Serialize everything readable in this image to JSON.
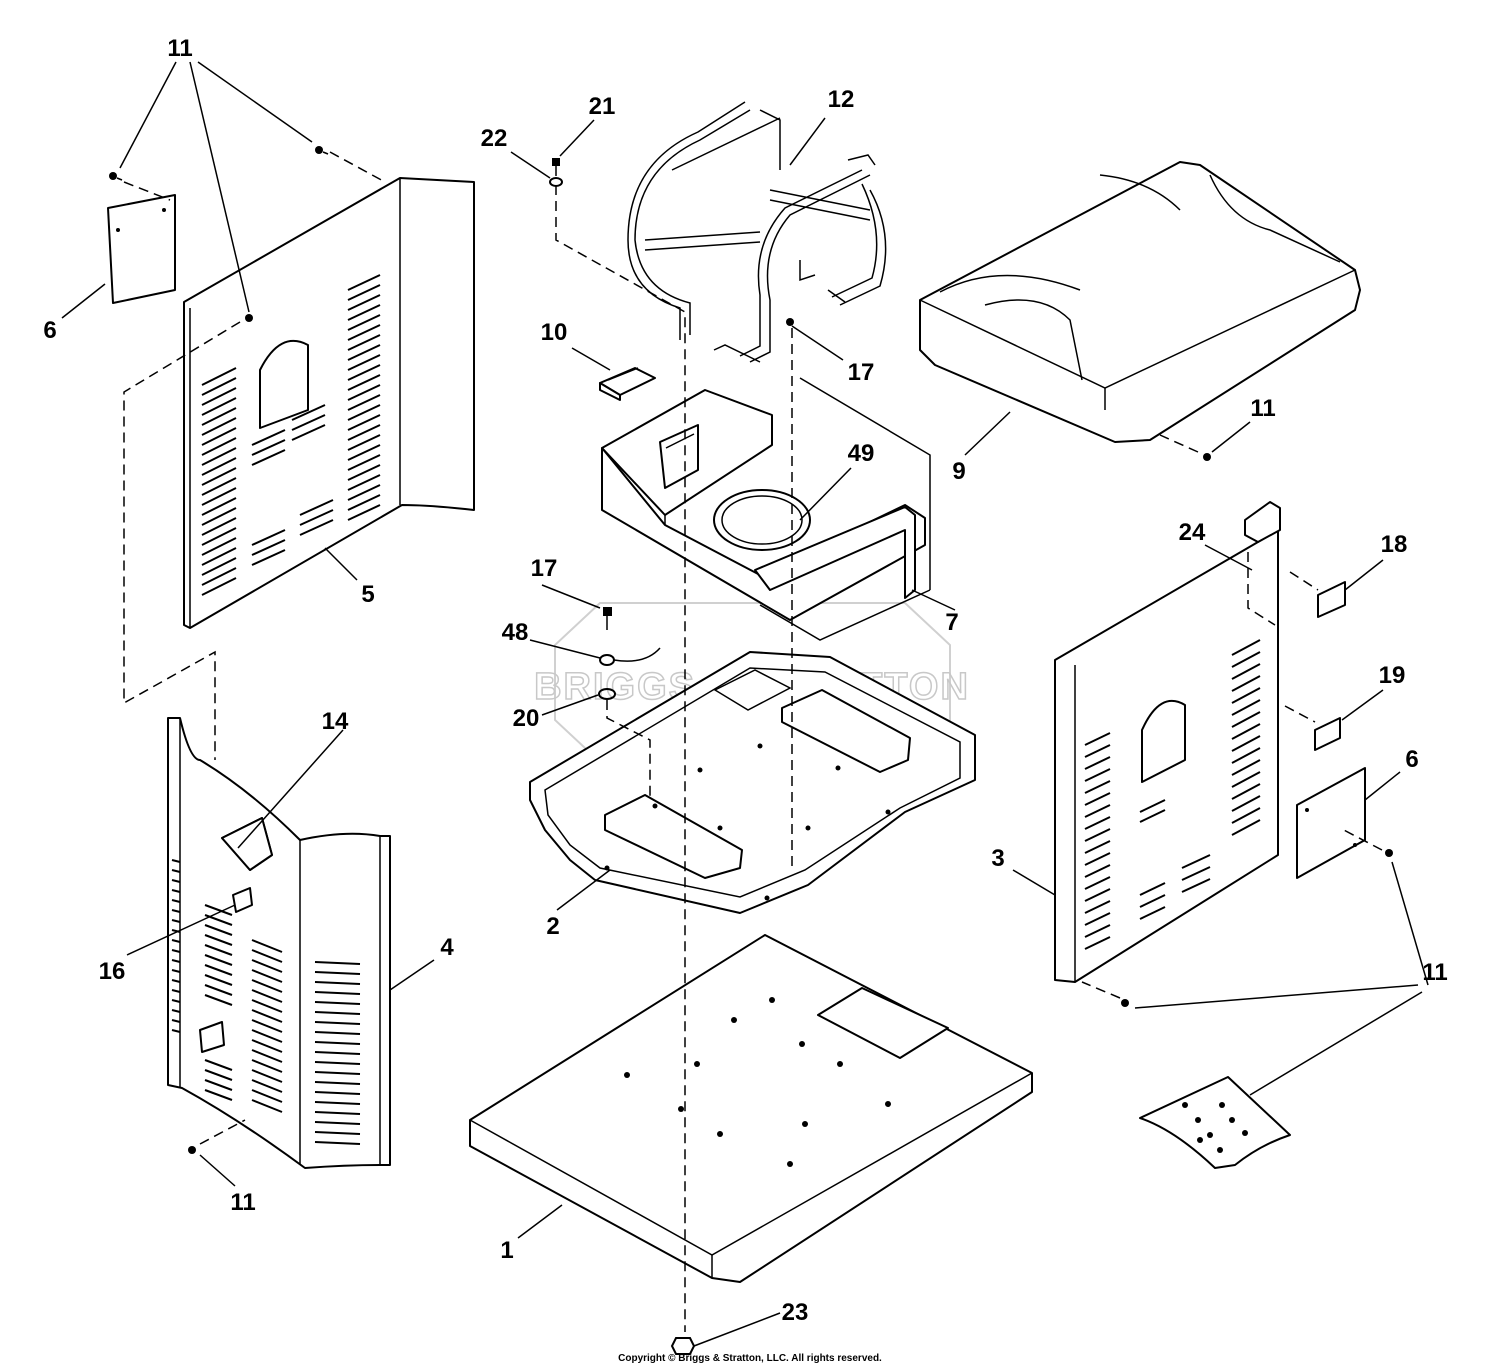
{
  "watermark": {
    "text": "BRIGGS & STRATTON",
    "color": "#c8c8c8"
  },
  "callouts": {
    "c1": "1",
    "c2": "2",
    "c3": "3",
    "c4": "4",
    "c5": "5",
    "c6a": "6",
    "c6b": "6",
    "c7": "7",
    "c9": "9",
    "c10": "10",
    "c11a": "11",
    "c11b": "11",
    "c11c": "11",
    "c11d": "11",
    "c12": "12",
    "c14": "14",
    "c16": "16",
    "c17a": "17",
    "c17b": "17",
    "c18": "18",
    "c19": "19",
    "c20": "20",
    "c21": "21",
    "c22": "22",
    "c23": "23",
    "c24": "24",
    "c48": "48",
    "c49": "49"
  },
  "footer": {
    "copyright": "Copyright © Briggs & Stratton, LLC. All rights reserved."
  },
  "colors": {
    "line": "#000000",
    "background": "#ffffff"
  }
}
